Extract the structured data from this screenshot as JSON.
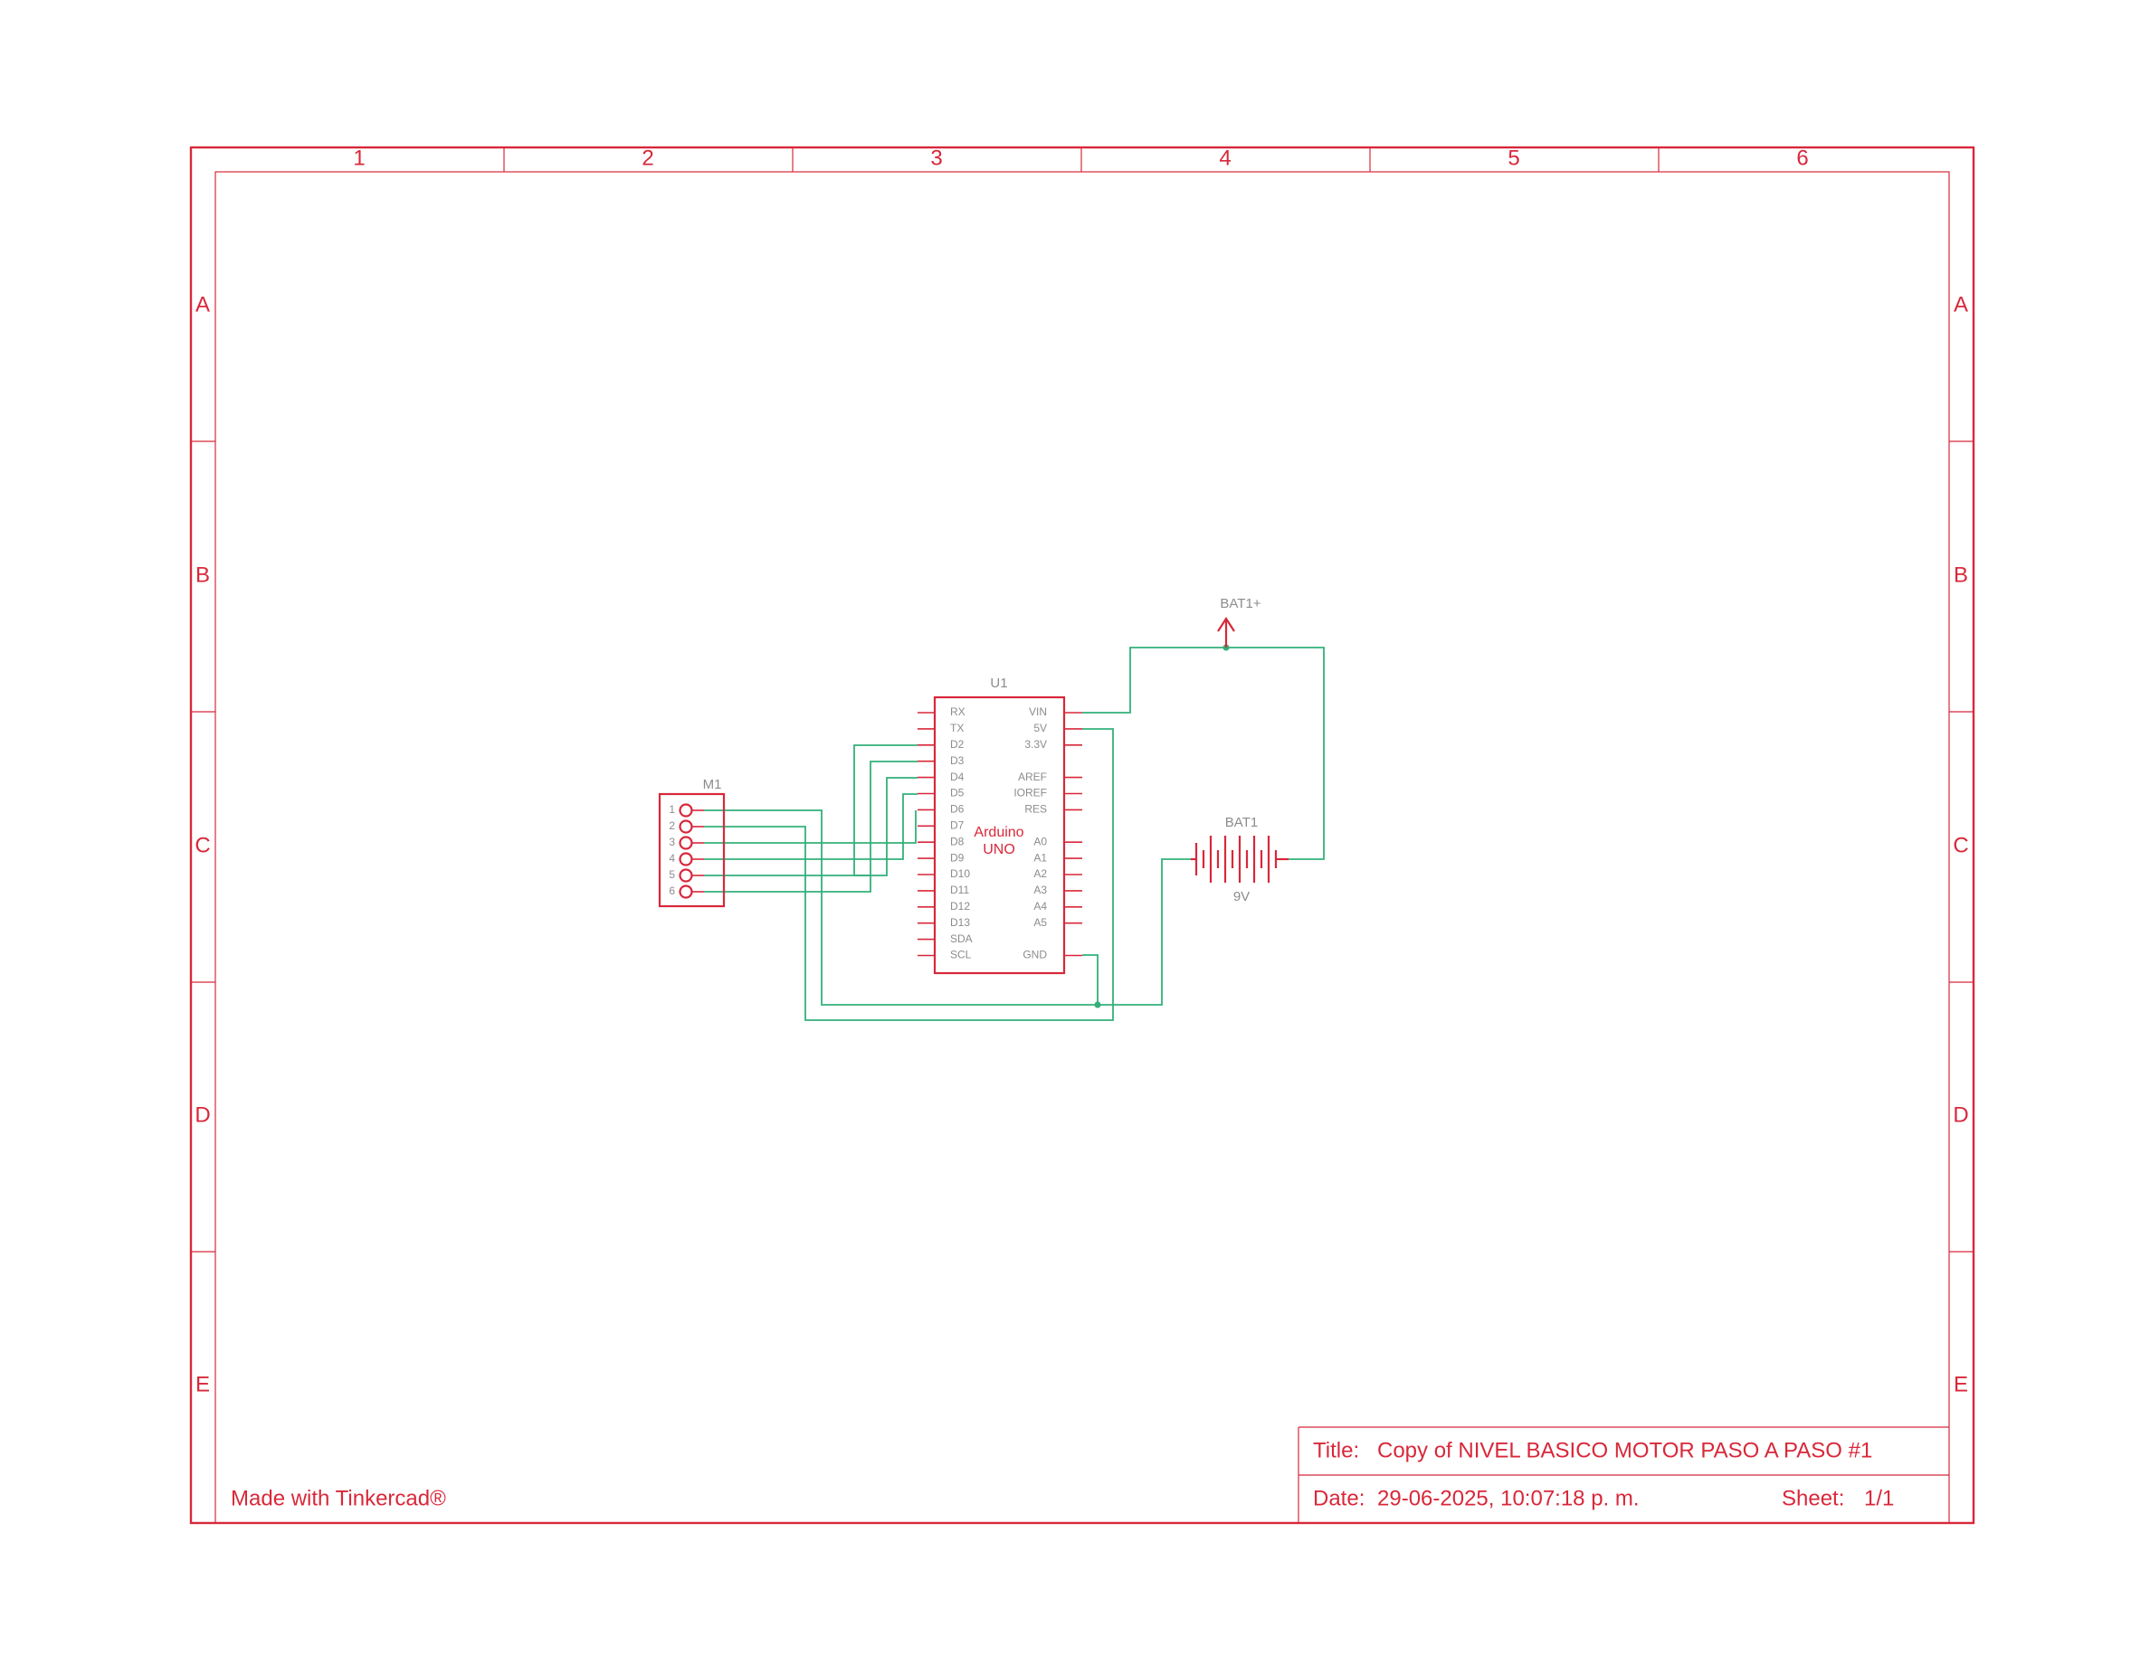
{
  "frame": {
    "columns": [
      "1",
      "2",
      "3",
      "4",
      "5",
      "6"
    ],
    "rows": [
      "A",
      "B",
      "C",
      "D",
      "E"
    ]
  },
  "components": {
    "arduino": {
      "ref": "U1",
      "value_line1": "Arduino",
      "value_line2": "UNO",
      "left_pins": [
        "RX",
        "TX",
        "D2",
        "D3",
        "D4",
        "D5",
        "D6",
        "D7",
        "D8",
        "D9",
        "D10",
        "D11",
        "D12",
        "D13",
        "SDA",
        "SCL"
      ],
      "right_pins": [
        "VIN",
        "5V",
        "3.3V",
        "AREF",
        "IOREF",
        "RES",
        "A0",
        "A1",
        "A2",
        "A3",
        "A4",
        "A5",
        "GND"
      ]
    },
    "motor": {
      "ref": "M1",
      "pins": [
        "1",
        "2",
        "3",
        "4",
        "5",
        "6"
      ]
    },
    "battery": {
      "ref": "BAT1",
      "value": "9V"
    },
    "power_symbol": {
      "label": "BAT1+"
    }
  },
  "title_block": {
    "title_label": "Title:",
    "title_value": "Copy of NIVEL BASICO MOTOR PASO A PASO #1",
    "date_label": "Date:",
    "date_value": "29-06-2025, 10:07:18 p. m.",
    "sheet_label": "Sheet:",
    "sheet_value": "1/1"
  },
  "credit": "Made with Tinkercad®"
}
